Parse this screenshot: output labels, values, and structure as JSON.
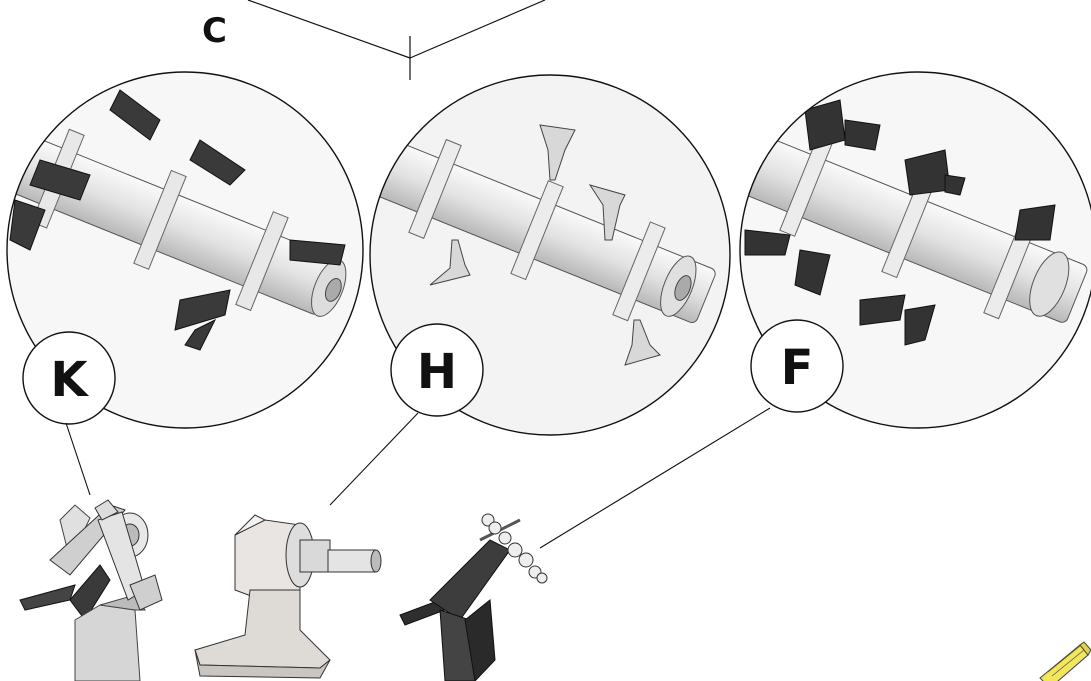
{
  "title_letter": "C",
  "views": [
    {
      "label": "K",
      "name": "rotor-k"
    },
    {
      "label": "H",
      "name": "rotor-h"
    },
    {
      "label": "F",
      "name": "rotor-f"
    }
  ],
  "colors": {
    "line": "#111111",
    "metal_light": "#e6e6e6",
    "metal_mid": "#bdbdbd",
    "metal_dark": "#3c3c3c",
    "blade_dark": "#2a2a2a",
    "pencil_yellow": "#f2e65a"
  },
  "icons": [
    "pencil-icon"
  ]
}
